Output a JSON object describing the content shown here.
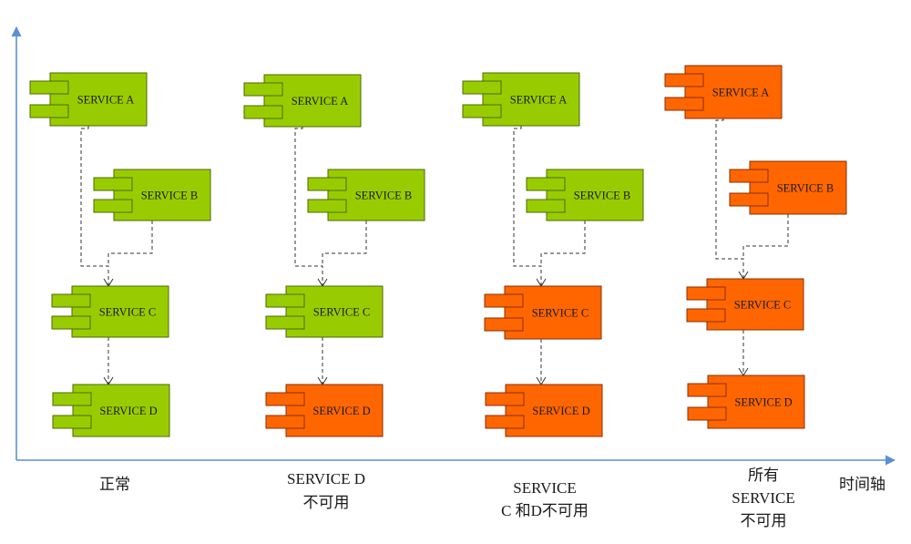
{
  "colors": {
    "ok": "#99cc00",
    "ok_stroke": "#4a6a00",
    "down": "#ff6600",
    "down_stroke": "#8a2e00",
    "axis": "#5b8fd6",
    "connector": "#333333"
  },
  "axis_label": "时间轴",
  "scenarios": [
    {
      "caption": [
        "正常"
      ],
      "services": [
        {
          "label": "SERVICE A",
          "status": "ok"
        },
        {
          "label": "SERVICE B",
          "status": "ok"
        },
        {
          "label": "SERVICE C",
          "status": "ok"
        },
        {
          "label": "SERVICE D",
          "status": "ok"
        }
      ]
    },
    {
      "caption": [
        "SERVICE D",
        "不可用"
      ],
      "services": [
        {
          "label": "SERVICE A",
          "status": "ok"
        },
        {
          "label": "SERVICE B",
          "status": "ok"
        },
        {
          "label": "SERVICE C",
          "status": "ok"
        },
        {
          "label": "SERVICE D",
          "status": "down"
        }
      ]
    },
    {
      "caption": [
        "SERVICE",
        "C 和D不可用"
      ],
      "services": [
        {
          "label": "SERVICE A",
          "status": "ok"
        },
        {
          "label": "SERVICE B",
          "status": "ok"
        },
        {
          "label": "SERVICE C",
          "status": "down"
        },
        {
          "label": "SERVICE D",
          "status": "down"
        }
      ]
    },
    {
      "caption": [
        "所有",
        "SERVICE",
        "不可用"
      ],
      "services": [
        {
          "label": "SERVICE A",
          "status": "down"
        },
        {
          "label": "SERVICE B",
          "status": "down"
        },
        {
          "label": "SERVICE C",
          "status": "down"
        },
        {
          "label": "SERVICE D",
          "status": "down"
        }
      ]
    }
  ]
}
